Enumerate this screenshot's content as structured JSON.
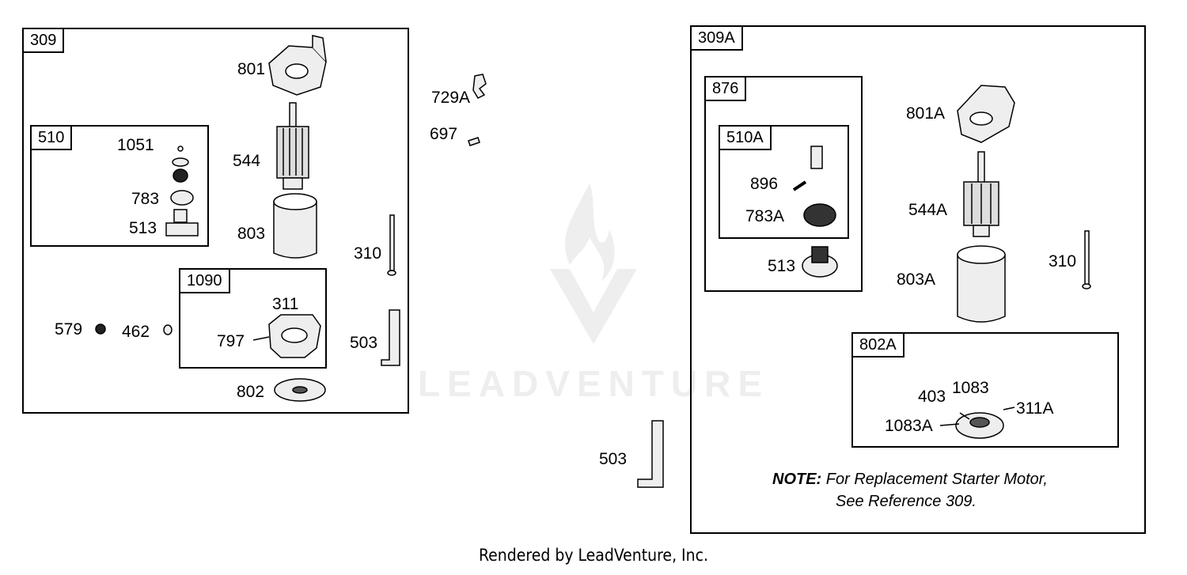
{
  "watermark": {
    "text": "LEADVENTURE"
  },
  "footer": {
    "text": "Rendered by LeadVenture, Inc."
  },
  "note": {
    "bold": "NOTE:",
    "line1": "For Replacement Starter Motor,",
    "line2": "See Reference 309."
  },
  "frames": {
    "f309": "309",
    "f510": "510",
    "f1090": "1090",
    "f309A": "309A",
    "f876": "876",
    "f510A": "510A",
    "f802A": "802A"
  },
  "labels": {
    "p801": "801",
    "p544": "544",
    "p803": "803",
    "p1051": "1051",
    "p783": "783",
    "p513": "513",
    "p310": "310",
    "p311": "311",
    "p797": "797",
    "p579": "579",
    "p462": "462",
    "p503": "503",
    "p802": "802",
    "p729A": "729A",
    "p697": "697",
    "p503b": "503",
    "p801A": "801A",
    "p896": "896",
    "p783A": "783A",
    "p513b": "513",
    "p544A": "544A",
    "p310b": "310",
    "p803A": "803A",
    "p403": "403",
    "p1083": "1083",
    "p311A": "311A",
    "p1083A": "1083A"
  },
  "colors": {
    "line": "#000000",
    "part_fill": "#eeeeee",
    "watermark": "#eeeeee"
  }
}
